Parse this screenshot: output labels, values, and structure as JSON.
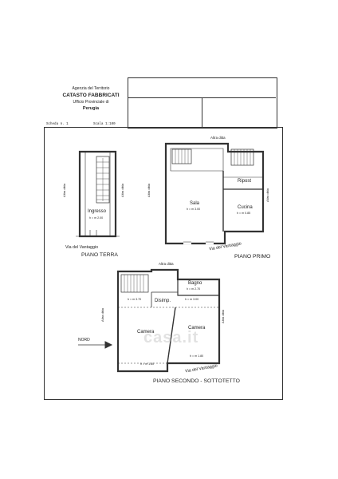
{
  "header": {
    "agency_line1": "Agenzia del Territorio",
    "agency_line2": "CATASTO FABBRICATI",
    "agency_line3": "Ufficio Provinciale di",
    "agency_line4": "Perugia"
  },
  "sheet": {
    "scheda": "Scheda n. 1",
    "scala": "Scala 1:100"
  },
  "piano_terra": {
    "title": "PIANO TERRA",
    "room": "Ingresso",
    "height": "h = m 2.00",
    "street": "Via del Vantaggio",
    "altra_ditta_left": "Altra ditta",
    "altra_ditta_right": "Altra ditta"
  },
  "piano_primo": {
    "title": "PIANO PRIMO",
    "room_sala": "Sala",
    "height_sala": "h = m 3.00",
    "room_cucina": "Cucina",
    "height_cucina": "h = m 0.85",
    "room_ripost": "Ripost",
    "street": "Via del Vantaggio",
    "altra_ditta_top": "Altra ditta",
    "altra_ditta_left": "Altra ditta",
    "altra_ditta_right": "Altra ditta"
  },
  "piano_secondo": {
    "title": "PIANO SECONDO - SOTTOTETTO",
    "room_bagno": "Bagno",
    "height_bagno": "h = m 2.70",
    "room_disimp": "Disimp.",
    "height_disimp_left": "h = m 3.70",
    "height_disimp_right": "h = m 3.00",
    "room_camera_left": "Camera",
    "room_camera_right": "Camera",
    "height_camera_left": "h = m 1.80",
    "height_camera_right": "h = m 1.80",
    "street": "Via del Vantaggio",
    "altra_ditta_top": "Altra ditta",
    "altra_ditta_left": "Altra ditta",
    "altra_ditta_right": "Altra ditta",
    "nord": "NORD"
  },
  "watermark": "casa.it"
}
